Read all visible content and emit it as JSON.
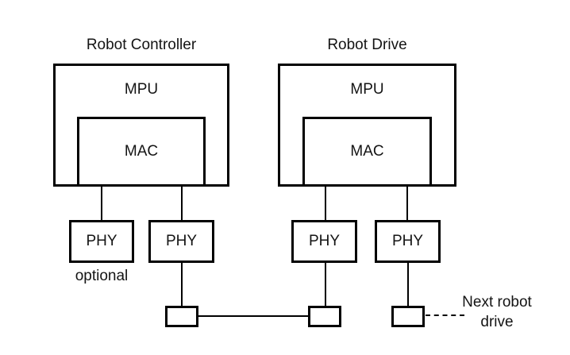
{
  "diagram": {
    "controller": {
      "title": "Robot Controller",
      "mpu": "MPU",
      "mac": "MAC",
      "phy_left": "PHY",
      "phy_right": "PHY",
      "optional_note": "optional"
    },
    "drive": {
      "title": "Robot Drive",
      "mpu": "MPU",
      "mac": "MAC",
      "phy_left": "PHY",
      "phy_right": "PHY"
    },
    "annotations": {
      "next_drive": "Next robot drive"
    },
    "colors": {
      "stroke": "#000000",
      "text": "#141414",
      "background": "#ffffff"
    }
  }
}
